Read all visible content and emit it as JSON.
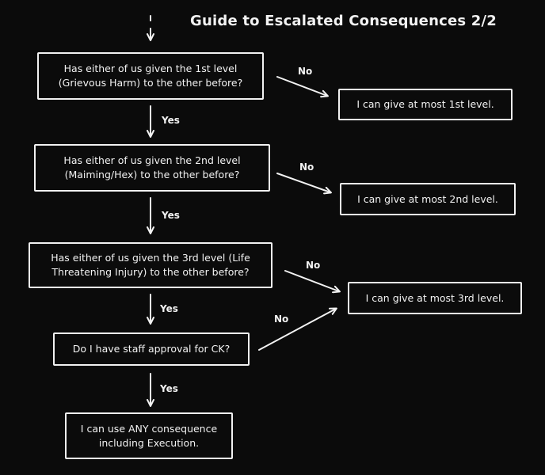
{
  "title": "Guide to Escalated Consequences 2/2",
  "nodes": {
    "q1": "Has either of us given the 1st level (Grievous Harm) to the other before?",
    "r1": "I can give at most 1st level.",
    "q2": "Has either of us given the 2nd level (Maiming/Hex) to the other before?",
    "r2": "I can give at most 2nd level.",
    "q3": "Has either of us given the 3rd level (Life Threatening Injury) to the other before?",
    "r3": "I can give at most 3rd level.",
    "q4": "Do I have staff approval for CK?",
    "r4": "I can use ANY consequence including Execution."
  },
  "edge_labels": {
    "yes1": "Yes",
    "yes2": "Yes",
    "yes3": "Yes",
    "yes4": "Yes",
    "no1": "No",
    "no2": "No",
    "no3": "No",
    "no4": "No"
  }
}
